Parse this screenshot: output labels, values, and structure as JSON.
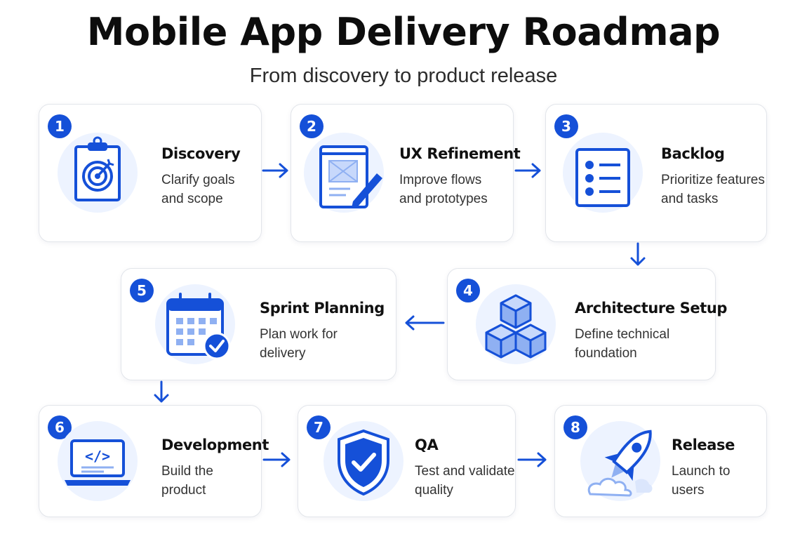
{
  "header": {
    "title": "Mobile App Delivery Roadmap",
    "subtitle": "From discovery to product release"
  },
  "colors": {
    "accent": "#1550d8",
    "icon_light": "#8fb0f2",
    "icon_bg": "#edf3ff",
    "card_border": "#e2e5ea"
  },
  "steps": [
    {
      "number": "1",
      "title": "Discovery",
      "desc_line1": "Clarify goals",
      "desc_line2": "and scope",
      "icon": "clipboard-target-icon"
    },
    {
      "number": "2",
      "title": "UX Refinement",
      "desc_line1": "Improve flows",
      "desc_line2": "and prototypes",
      "icon": "wireframe-pencil-icon"
    },
    {
      "number": "3",
      "title": "Backlog",
      "desc_line1": "Prioritize features",
      "desc_line2": "and tasks",
      "icon": "checklist-icon"
    },
    {
      "number": "4",
      "title": "Architecture Setup",
      "desc_line1": "Define technical",
      "desc_line2": "foundation",
      "icon": "cubes-icon"
    },
    {
      "number": "5",
      "title": "Sprint Planning",
      "desc_line1": "Plan work for",
      "desc_line2": "delivery",
      "icon": "calendar-check-icon"
    },
    {
      "number": "6",
      "title": "Development",
      "desc_line1": "Build the",
      "desc_line2": "product",
      "icon": "laptop-code-icon"
    },
    {
      "number": "7",
      "title": "QA",
      "desc_line1": "Test and validate",
      "desc_line2": "quality",
      "icon": "shield-check-icon"
    },
    {
      "number": "8",
      "title": "Release",
      "desc_line1": "Launch to",
      "desc_line2": "users",
      "icon": "rocket-icon"
    }
  ],
  "flow": [
    "1",
    "2",
    "3",
    "4",
    "5",
    "6",
    "7",
    "8"
  ]
}
